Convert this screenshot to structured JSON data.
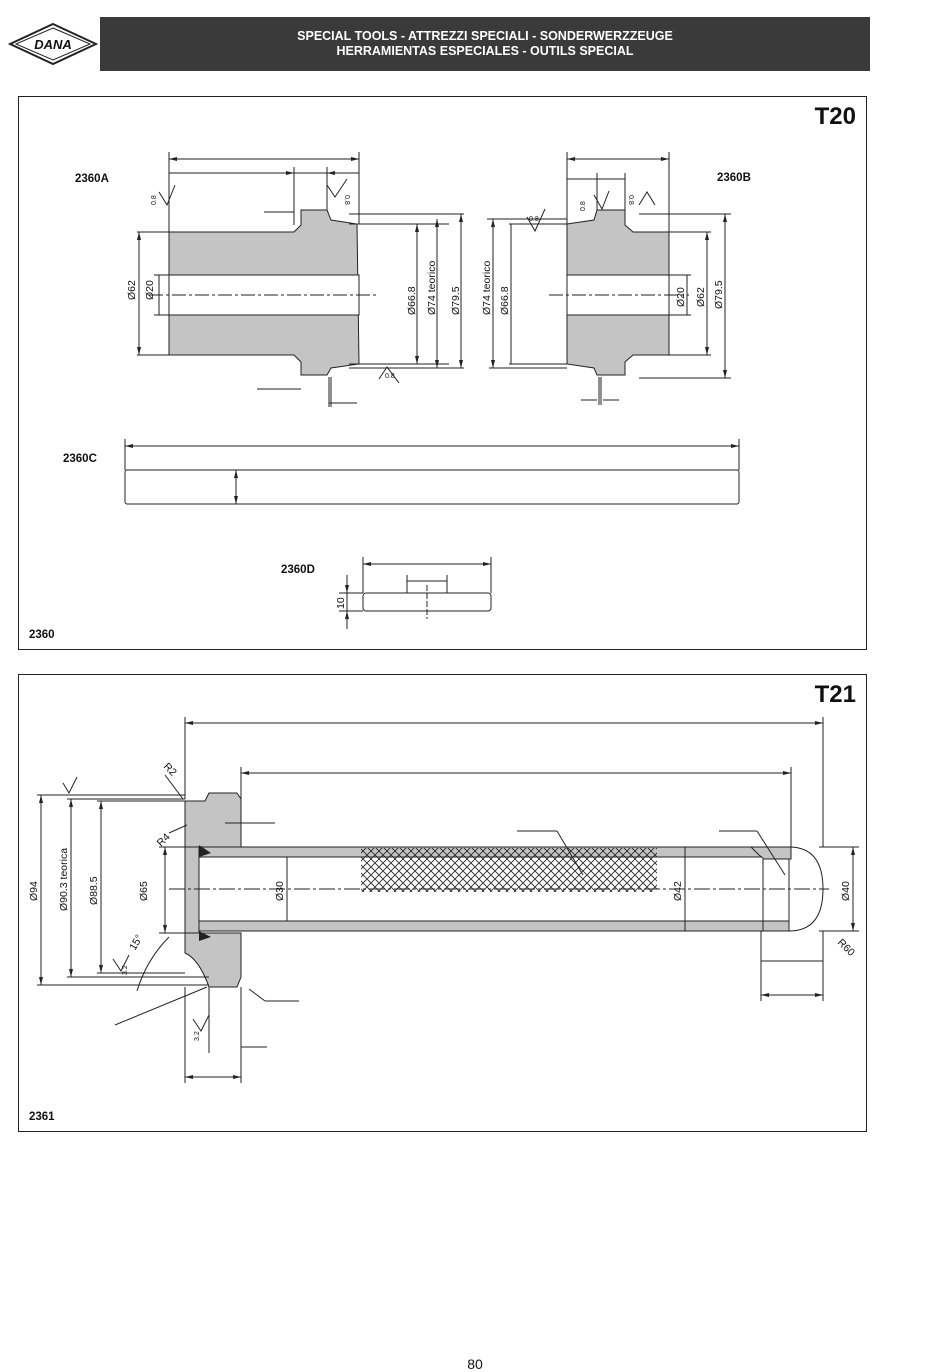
{
  "brand": {
    "name": "DANA"
  },
  "header": {
    "line1": "SPECIAL TOOLS - ATTREZZI SPECIALI - SONDERWERZZEUGE",
    "line2": "HERRAMIENTAS ESPECIALES - OUTILS SPECIAL"
  },
  "panel_t20": {
    "code": "T20",
    "number": "2360",
    "parts": {
      "a": "2360A",
      "b": "2360B",
      "c": "2360C",
      "d": "2360D"
    },
    "dims": {
      "d62": "Ø62",
      "d20": "Ø20",
      "d668": "Ø66.8",
      "d74": "Ø74 teorico",
      "d795": "Ø79.5",
      "r08": "0.8",
      "d10": "10"
    }
  },
  "panel_t21": {
    "code": "T21",
    "number": "2361",
    "dims": {
      "r2": "R2",
      "r4": "R4",
      "a15": "15°",
      "d94": "Ø94",
      "d903": "Ø90.3 teorica",
      "d885": "Ø88.5",
      "d65": "Ø65",
      "d30": "Ø30",
      "d42": "Ø42",
      "d40": "Ø40",
      "r60": "R60",
      "r32": "3.2"
    }
  },
  "footer": {
    "page": "80"
  }
}
